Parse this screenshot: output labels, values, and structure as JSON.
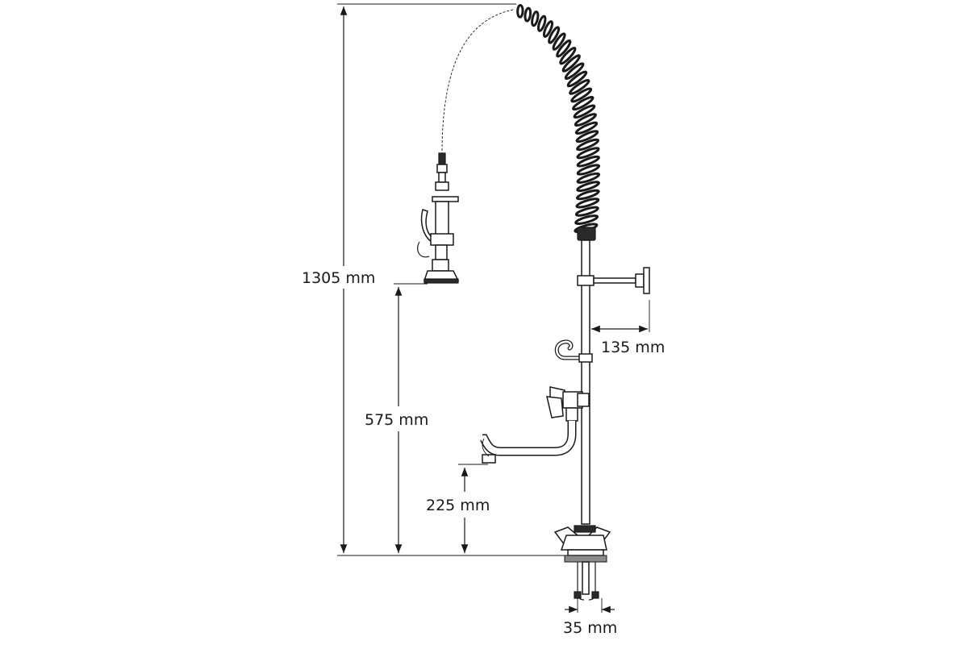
{
  "dimensions": {
    "total_height": "1305 mm",
    "spray_height": "575 mm",
    "spout_height": "225 mm",
    "wall_offset": "135 mm",
    "base_width": "35 mm"
  },
  "colors": {
    "line": "#1a1a1a",
    "background": "#ffffff"
  }
}
